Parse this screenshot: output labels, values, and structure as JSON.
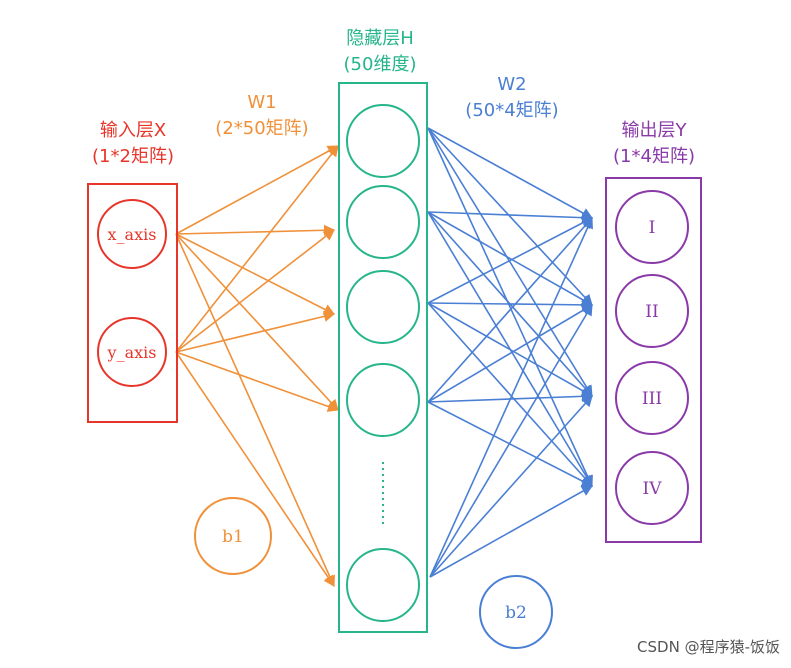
{
  "colors": {
    "input": "#e8352a",
    "hidden": "#27b58b",
    "w1": "#f0913a",
    "w2": "#4a7fd4",
    "output": "#8a3aa8",
    "watermark": "#555555"
  },
  "input_layer": {
    "title": "输入层X",
    "shape": "(1*2矩阵)",
    "nodes": [
      "x_axis",
      "y_axis"
    ]
  },
  "w1": {
    "title": "W1",
    "shape": "(2*50矩阵)"
  },
  "hidden_layer": {
    "title": "隐藏层H",
    "shape": "(50维度)"
  },
  "w2": {
    "title": "W2",
    "shape": "(50*4矩阵)"
  },
  "output_layer": {
    "title": "输出层Y",
    "shape": "(1*4矩阵)",
    "nodes": [
      "I",
      "II",
      "III",
      "IV"
    ]
  },
  "bias1": "b1",
  "bias2": "b2",
  "watermark": "CSDN @程序猿-饭饭"
}
